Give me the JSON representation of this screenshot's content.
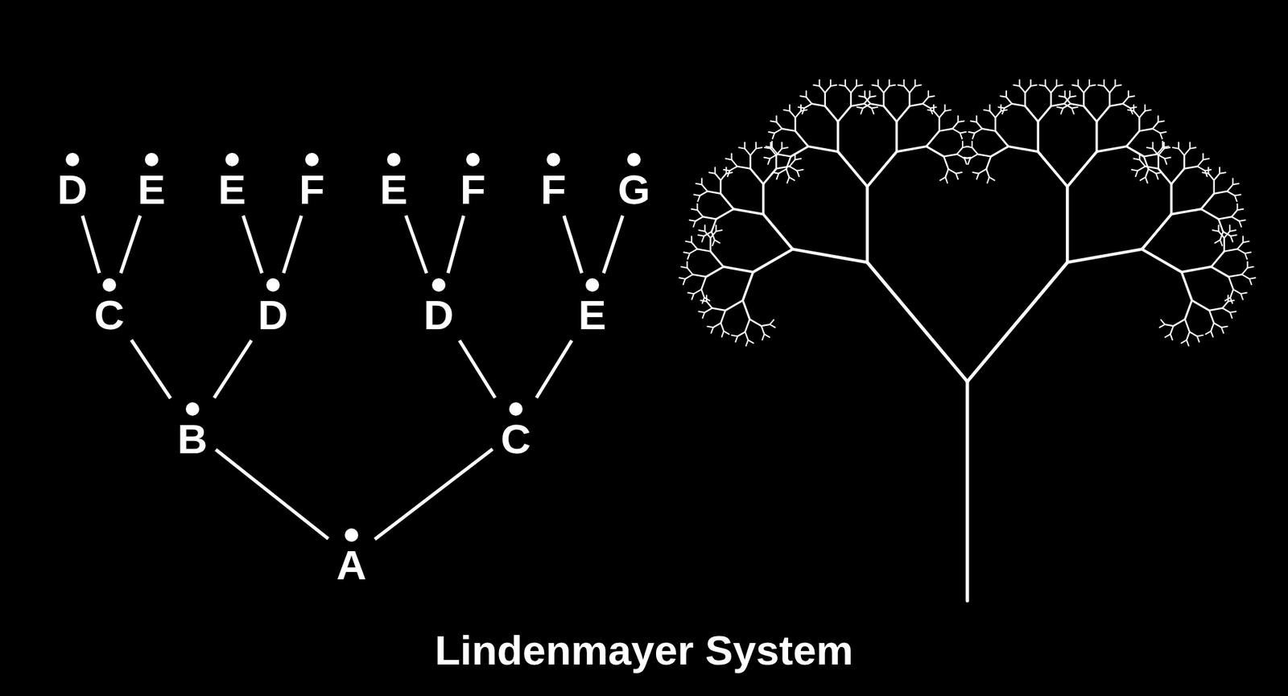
{
  "diagram": {
    "caption": "Lindenmayer System",
    "nodes": [
      {
        "text": [
          "D"
        ]
      },
      {
        "text": [
          "E"
        ]
      },
      {
        "text": [
          "E"
        ]
      },
      {
        "text": [
          "F"
        ]
      },
      {
        "text": [
          "E"
        ]
      },
      {
        "text": [
          "F"
        ]
      },
      {
        "text": [
          "F"
        ]
      },
      {
        "text": [
          "G"
        ]
      },
      {
        "text": [
          "C"
        ]
      },
      {
        "text": [
          "D"
        ]
      },
      {
        "text": [
          "D"
        ]
      },
      {
        "text": [
          "E"
        ]
      },
      {
        "text": [
          "B"
        ]
      },
      {
        "text": [
          "C"
        ]
      },
      {
        "text": [
          "A"
        ]
      }
    ],
    "edges": [
      {
        "from": 14,
        "to": 12,
        "arrow": "none"
      },
      {
        "from": 14,
        "to": 13,
        "arrow": "none"
      },
      {
        "from": 12,
        "to": 8,
        "arrow": "none"
      },
      {
        "from": 12,
        "to": 9,
        "arrow": "none"
      },
      {
        "from": 13,
        "to": 10,
        "arrow": "none"
      },
      {
        "from": 13,
        "to": 11,
        "arrow": "none"
      },
      {
        "from": 8,
        "to": 0,
        "arrow": "none"
      },
      {
        "from": 8,
        "to": 1,
        "arrow": "none"
      },
      {
        "from": 9,
        "to": 2,
        "arrow": "none"
      },
      {
        "from": 9,
        "to": 3,
        "arrow": "none"
      },
      {
        "from": 10,
        "to": 4,
        "arrow": "none"
      },
      {
        "from": 10,
        "to": 5,
        "arrow": "none"
      },
      {
        "from": 11,
        "to": 6,
        "arrow": "none"
      },
      {
        "from": 11,
        "to": 7,
        "arrow": "none"
      }
    ]
  }
}
